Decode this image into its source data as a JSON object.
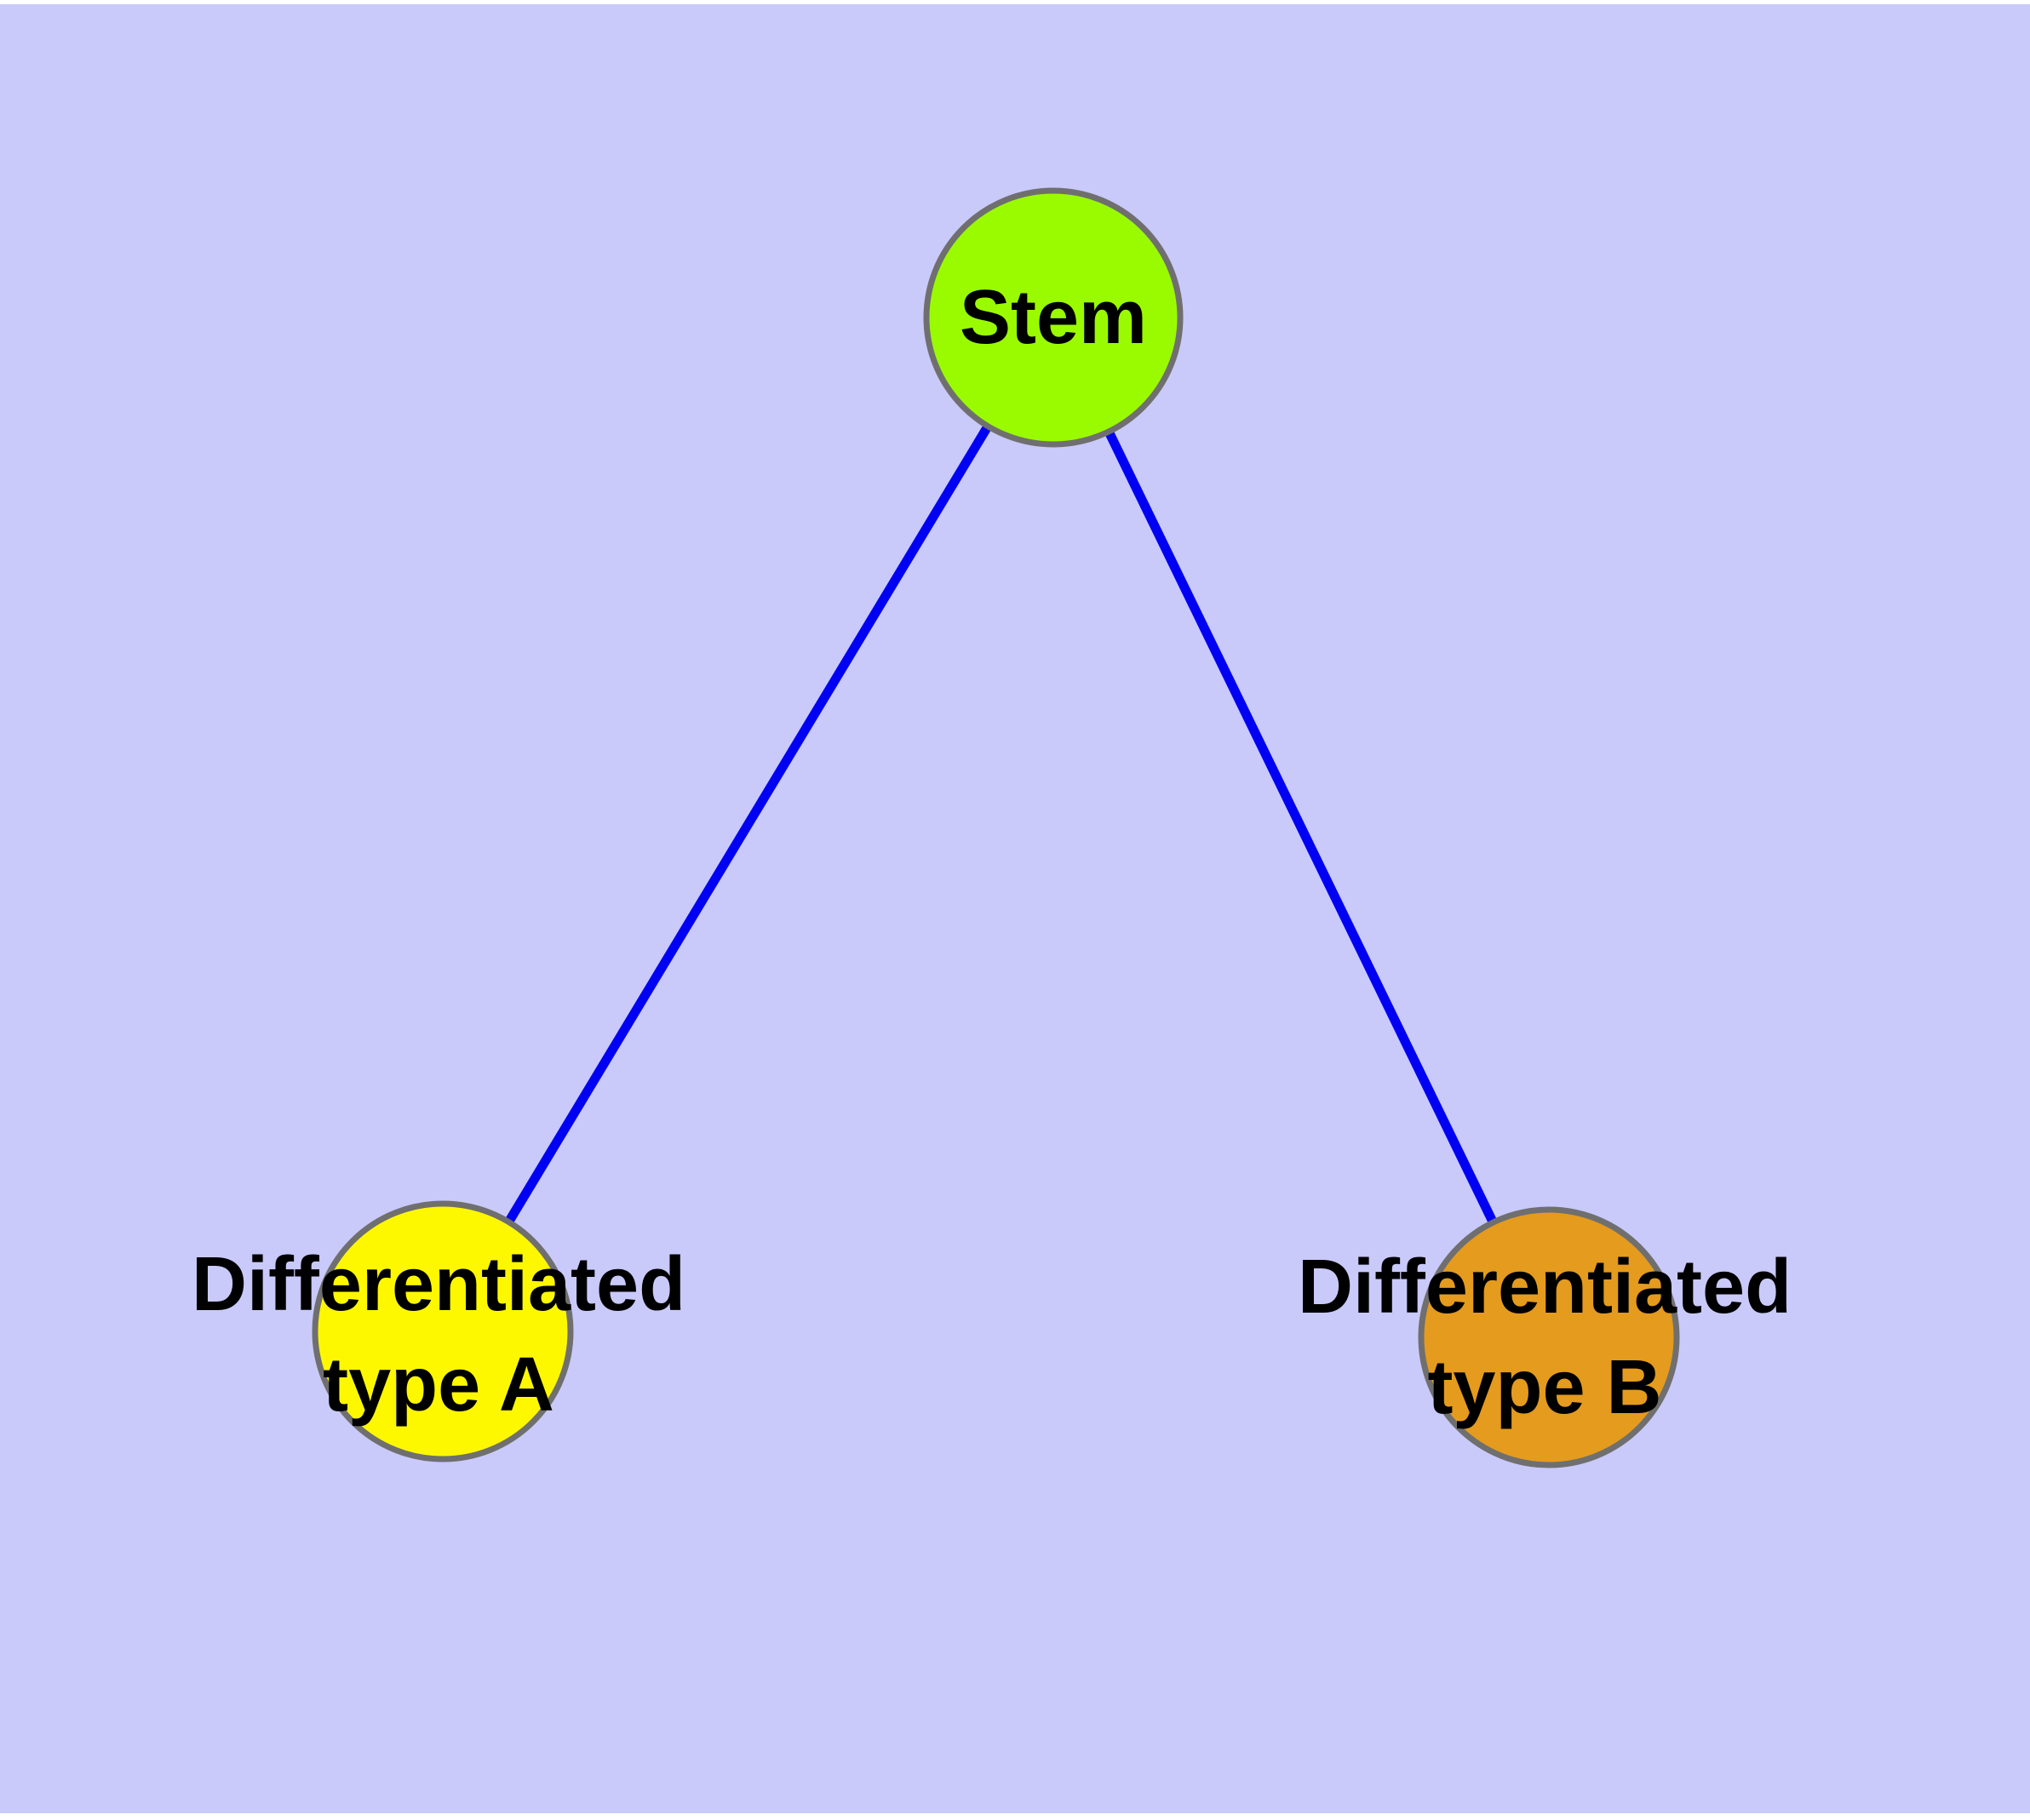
{
  "diagram": {
    "background_color": "#C9C9FA",
    "margin_color": "#FFFFFF",
    "edge_color": "#0000F2",
    "node_border_color": "#6F6F6F",
    "text_color": "#000000",
    "nodes": [
      {
        "id": "stem",
        "label": "Stem",
        "fill": "#9AFB00"
      },
      {
        "id": "diff-a",
        "label": "Differentiated\ntype A",
        "fill": "#FDF800"
      },
      {
        "id": "diff-b",
        "label": "Differentiated\ntype B",
        "fill": "#E49B1E"
      }
    ],
    "edges": [
      {
        "from": "Stem",
        "to": "Differentiated type A"
      },
      {
        "from": "Stem",
        "to": "Differentiated type B"
      }
    ]
  }
}
